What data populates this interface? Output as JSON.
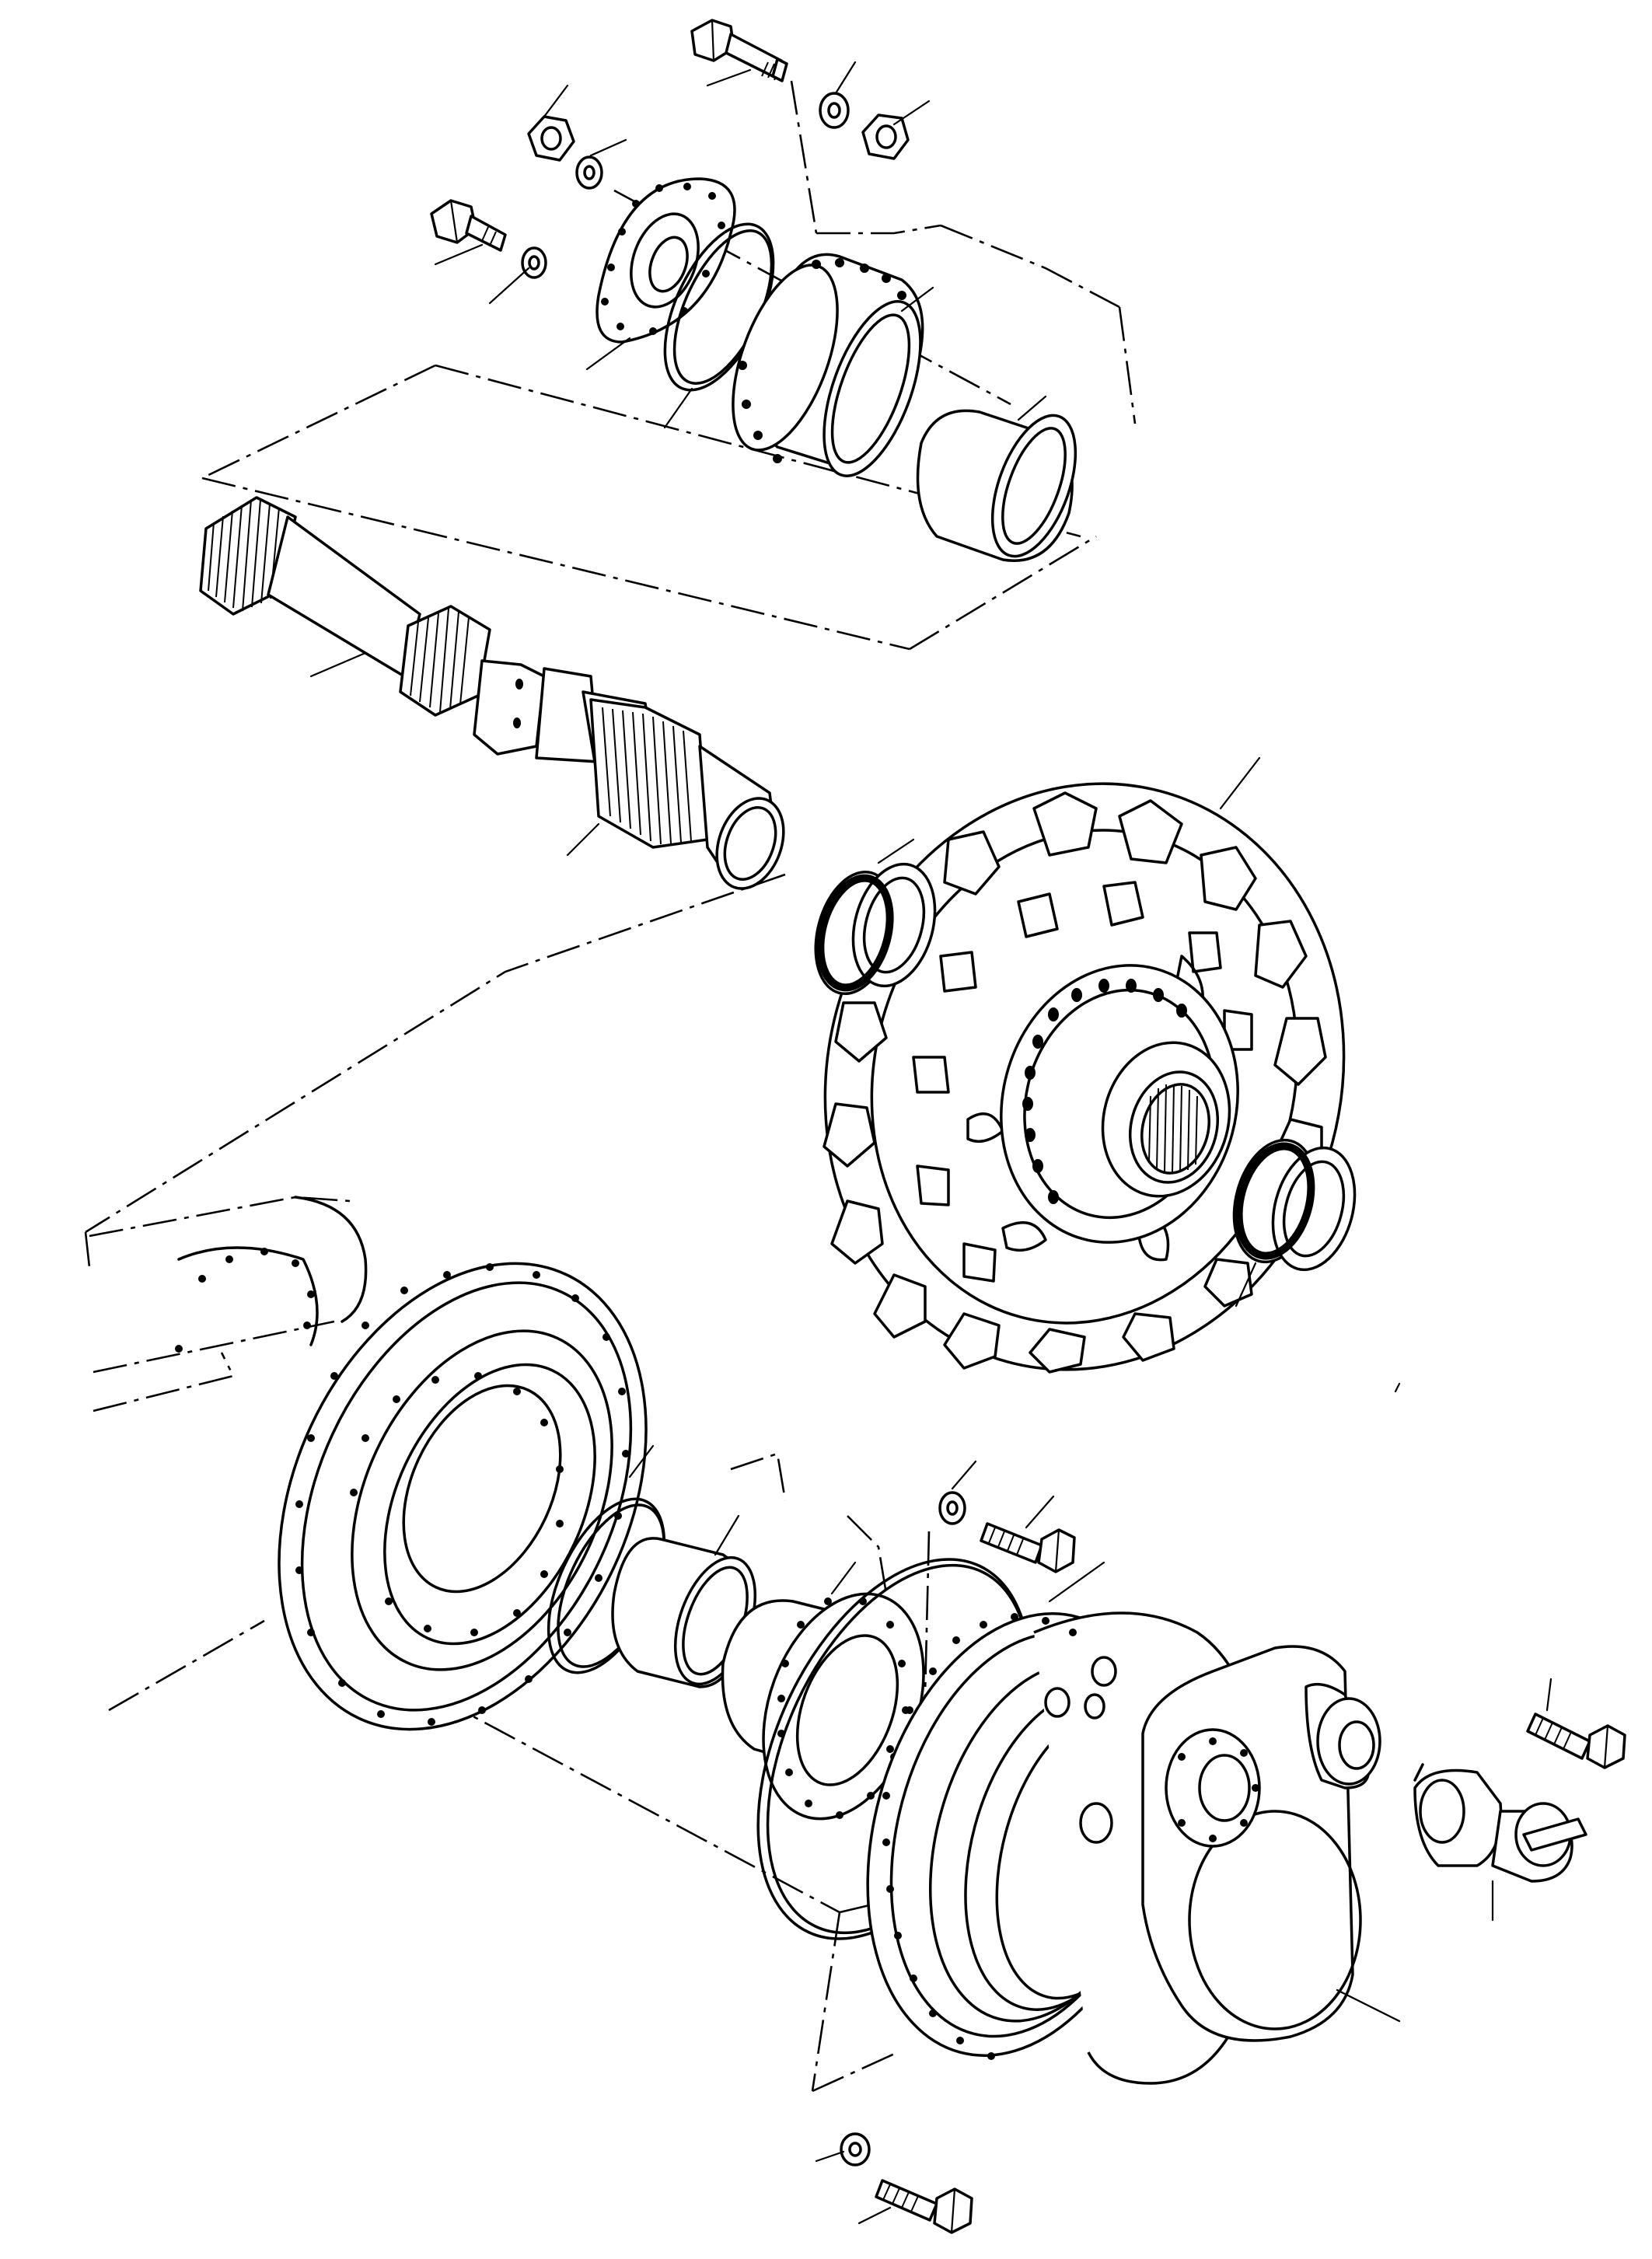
{
  "diagram": {
    "type": "exploded-parts-view",
    "style": "black line art on white",
    "callout_labels_printed": false,
    "callout_count": 26
  },
  "parts": [
    "flange-bolt-top",
    "washer-top",
    "hex-nut-top",
    "hex-nut-flange",
    "washer-flange",
    "flange-bolt-left",
    "washer-left",
    "bearing-retainer-flange",
    "o-ring-upper",
    "bearing-cup-housing",
    "bearing-cone-upper",
    "splined-drive-shaft",
    "sprocket-hub",
    "tapered-roller-bearing-left",
    "tapered-roller-bearing-right",
    "final-drive-housing-flange",
    "o-ring-lower",
    "spacer-sleeve",
    "bearing-carrier",
    "seal-ring-large",
    "washer-lower",
    "cap-screw-lower",
    "planetary-drive-housing",
    "hydraulic-motor",
    "motor-mounting-bolt",
    "washer-bottom",
    "cap-screw-bottom"
  ]
}
